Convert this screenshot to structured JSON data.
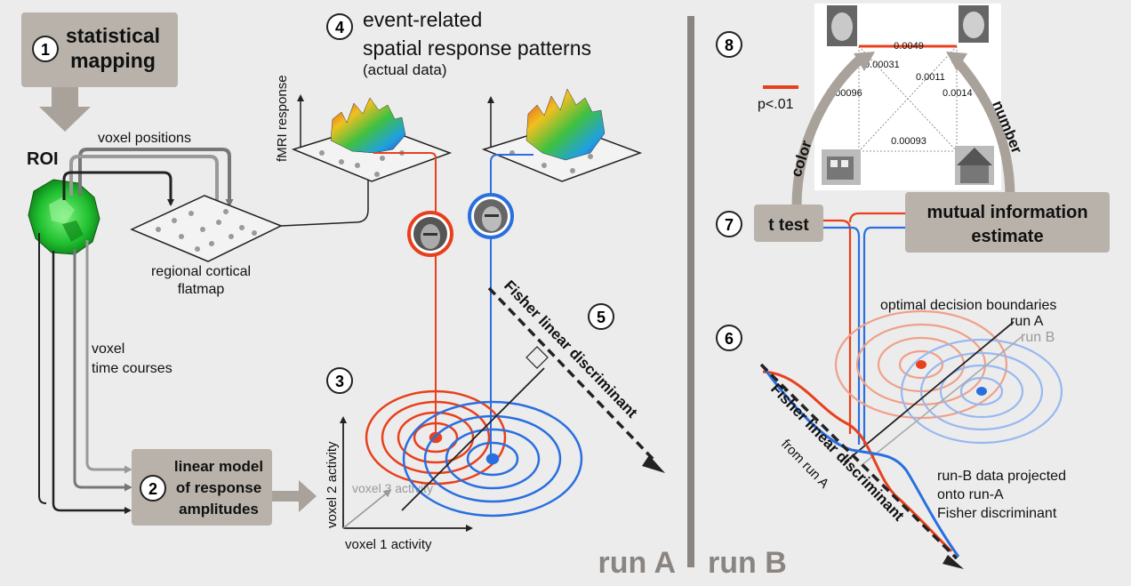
{
  "colors": {
    "background": "#ececec",
    "red": "#e8401c",
    "blue": "#2a6fe0",
    "gray_box": "#b8b2aa",
    "dark": "#222222",
    "arrow_gray": "#a8a29a",
    "divider": "#8a8580"
  },
  "steps": {
    "s1": "1",
    "s2": "2",
    "s3": "3",
    "s4": "4",
    "s5": "5",
    "s6": "6",
    "s7": "7",
    "s8": "8"
  },
  "labels": {
    "statistical_mapping_1": "statistical",
    "statistical_mapping_2": "mapping",
    "roi": "ROI",
    "voxel_positions": "voxel positions",
    "flatmap_1": "regional cortical",
    "flatmap_2": "flatmap",
    "time_courses_1": "voxel",
    "time_courses_2": "time courses",
    "linear_model_1": "linear model",
    "linear_model_2": "of response",
    "linear_model_3": "amplitudes",
    "event_related_1": "event-related",
    "event_related_2": "spatial response patterns",
    "actual_data": "(actual data)",
    "fmri_response": "fMRI response",
    "voxel1": "voxel 1 activity",
    "voxel2": "voxel 2 activity",
    "voxel3": "voxel 3 activity",
    "fisher_a": "Fisher linear discriminant",
    "run_a": "run A",
    "run_b": "run B",
    "t_test": "t test",
    "mi_1": "mutual information",
    "mi_2": "estimate",
    "color": "color",
    "number": "number",
    "p_legend": "p<.01",
    "optimal_boundaries": "optimal decision boundaries",
    "run_a_small": "run A",
    "run_b_small": "run B",
    "fisher_b": "Fisher linear discriminant",
    "from_run_a": "from run A",
    "projected_1": "run-B data projected",
    "projected_2": "onto run-A",
    "projected_3": "Fisher discriminant"
  },
  "mi_values": {
    "top": "0.0049",
    "v1": "0.00031",
    "v2": "0.0011",
    "v3": "0.00096",
    "v4": "0.0014",
    "bottom": "0.00093"
  },
  "icons": {
    "roi": "roi-blob-icon",
    "face_red": "face-photo-icon",
    "face_blue": "face-photo-icon",
    "house": "house-photo-icon"
  }
}
